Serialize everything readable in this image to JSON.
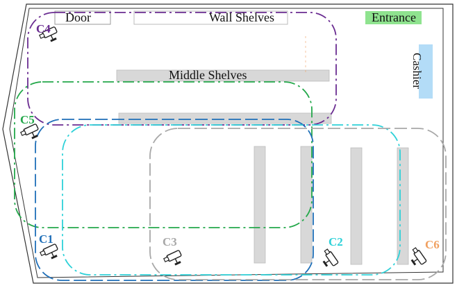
{
  "labels": {
    "door": "Door",
    "wall_shelves": "Wall Shelves",
    "entrance": "Entrance",
    "middle_shelves": "Middle Shelves",
    "cashier": "Cashier"
  },
  "colors": {
    "entrance_fill": "#8fe38f",
    "cashier_fill": "#b3dcf7",
    "shelf_fill": "#d8d8d8",
    "outline": "#333333"
  },
  "cameras": [
    {
      "id": "C1",
      "label": "C1",
      "color": "#1f6fb8",
      "icon": "security-camera-icon"
    },
    {
      "id": "C2",
      "label": "C2",
      "color": "#2ed1d8",
      "icon": "security-camera-icon"
    },
    {
      "id": "C3",
      "label": "C3",
      "color": "#a8a8a8",
      "icon": "security-camera-icon"
    },
    {
      "id": "C4",
      "label": "C4",
      "color": "#6a2c91",
      "icon": "security-camera-icon"
    },
    {
      "id": "C5",
      "label": "C5",
      "color": "#23a84a",
      "icon": "security-camera-icon"
    },
    {
      "id": "C6",
      "label": "C6",
      "color": "#f0a060",
      "icon": "security-camera-icon"
    }
  ]
}
